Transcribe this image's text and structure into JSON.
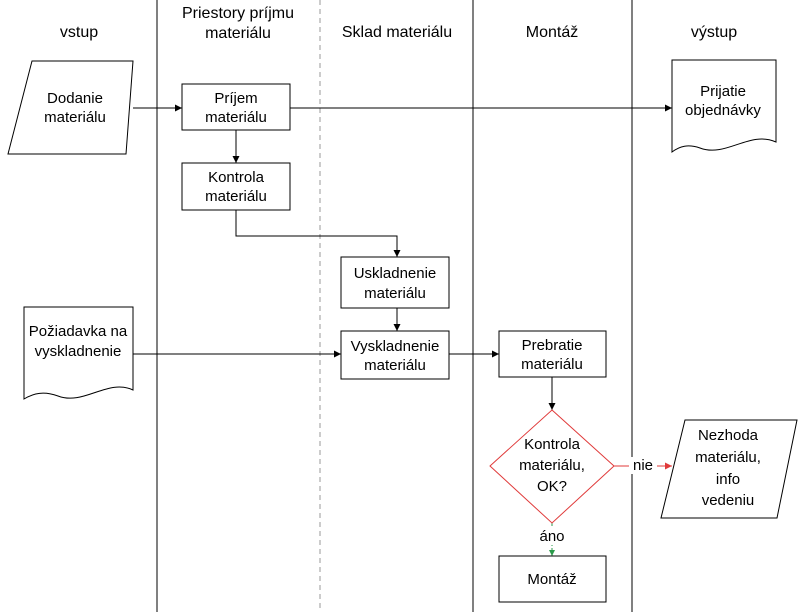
{
  "lanes": {
    "input": "vstup",
    "receiving_line1": "Priestory príjmu",
    "receiving_line2": "materiálu",
    "warehouse": "Sklad materiálu",
    "assembly": "Montáž",
    "output": "výstup"
  },
  "nodes": {
    "delivery": [
      "Dodanie",
      "materiálu"
    ],
    "receipt": [
      "Príjem",
      "materiálu"
    ],
    "check": [
      "Kontrola",
      "materiálu"
    ],
    "order_accept": [
      "Prijatie",
      "objednávky"
    ],
    "storing": [
      "Uskladnenie",
      "materiálu"
    ],
    "request": [
      "Požiadavka na",
      "vyskladnenie"
    ],
    "dispatch": [
      "Vyskladnenie",
      "materiálu"
    ],
    "takeover": [
      "Prebratie",
      "materiálu"
    ],
    "decision": [
      "Kontrola",
      "materiálu,",
      "OK?"
    ],
    "nonconformity": [
      "Nezhoda",
      "materiálu,",
      "info",
      "vedeniu"
    ],
    "assembly": [
      "Montáž"
    ]
  },
  "edge_labels": {
    "no": "nie",
    "yes": "áno"
  },
  "colors": {
    "decision_border": "#e03a3a",
    "no_arrow": "#e03a3a",
    "yes_arrow": "#2a9a4a",
    "line": "#000000"
  }
}
